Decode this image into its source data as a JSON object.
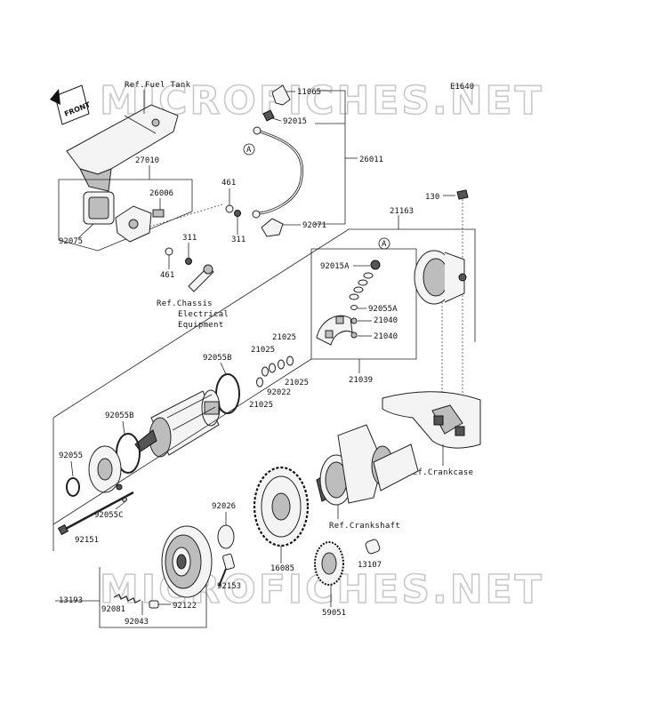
{
  "diagram": {
    "code": "E1640",
    "watermark": "MICROFICHES.NET",
    "front_label": "FRONT",
    "callout_letter": "A",
    "refs": {
      "fuel_tank": "Ref.Fuel Tank",
      "chassis_1": "Ref.Chassis",
      "chassis_2": "Electrical",
      "chassis_3": "Equipment",
      "crankcase": "Ref.Crankcase",
      "crankshaft": "Ref.Crankshaft"
    },
    "labels": {
      "p11065": "11065",
      "p92015": "92015",
      "p26011": "26011",
      "p92071": "92071",
      "p27010": "27010",
      "p26006": "26006",
      "p461a": "461",
      "p461b": "461",
      "p311a": "311",
      "p311b": "311",
      "p92075": "92075",
      "p130": "130",
      "p21163": "21163",
      "p92015A": "92015A",
      "p92055A": "92055A",
      "p21040a": "21040",
      "p21040b": "21040",
      "p21039": "21039",
      "p21025a": "21025",
      "p21025b": "21025",
      "p21025c": "21025",
      "p21025d": "21025",
      "p92022": "92022",
      "p92055Ba": "92055B",
      "p92055Bb": "92055B",
      "p92055": "92055",
      "p92055C": "92055C",
      "p92151": "92151",
      "p92026": "92026",
      "p16085": "16085",
      "p13107": "13107",
      "p59051": "59051",
      "p92153": "92153",
      "p13193": "13193",
      "p92081": "92081",
      "p92122": "92122",
      "p92043": "92043"
    }
  }
}
